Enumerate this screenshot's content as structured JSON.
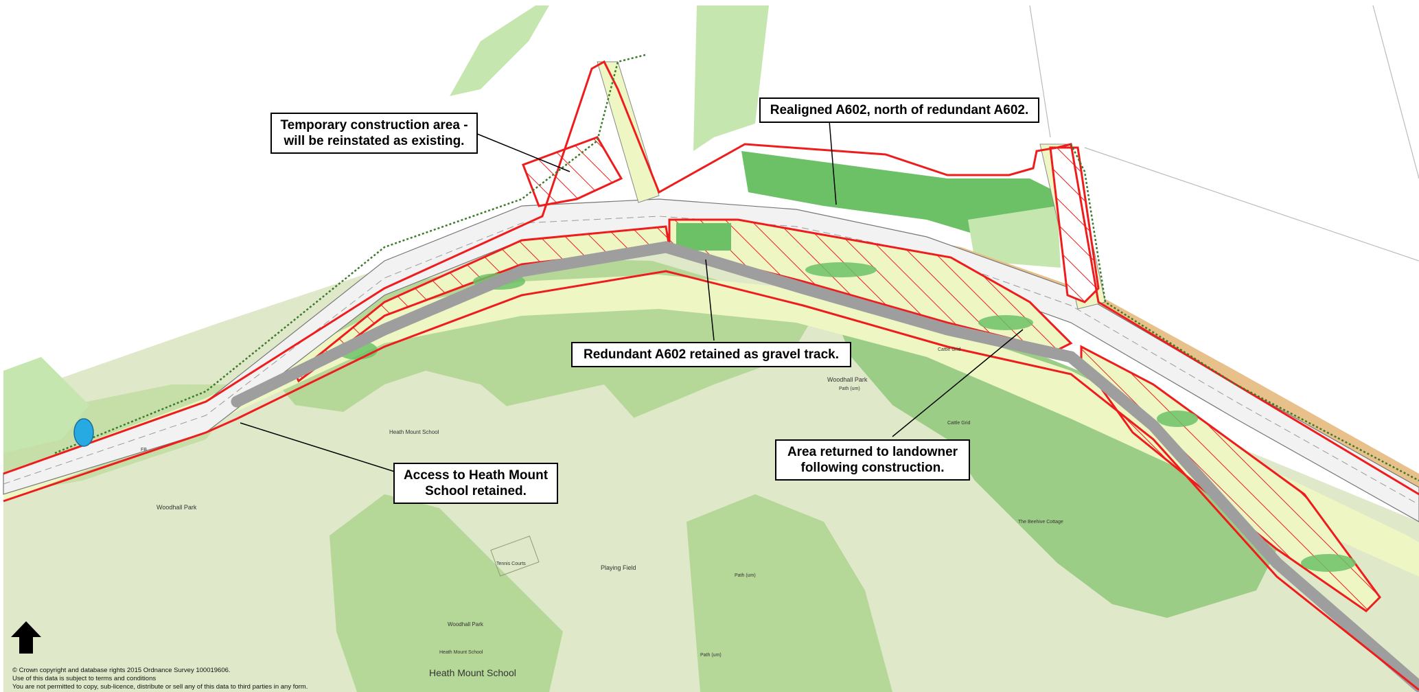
{
  "colors": {
    "field_light": "#dfe8c9",
    "field_mid": "#c6dfa8",
    "woodland": "#9ccd86",
    "woodland_dark": "#6cc167",
    "verge": "#eef6c4",
    "boundary_red": "#ee1c1c",
    "gravel_track": "#9e9e9e",
    "embankment": "#e8c08a",
    "pond": "#27a9e1",
    "hedge": "#3b7a2a"
  },
  "callouts": {
    "temp_area": [
      "Temporary construction area -",
      "will be reinstated as existing."
    ],
    "realigned": [
      "Realigned A602, north of redundant A602."
    ],
    "redundant": [
      "Redundant A602 retained as gravel track."
    ],
    "access": [
      "Access to Heath Mount",
      "School retained."
    ],
    "returned": [
      "Area returned to landowner",
      "following construction."
    ]
  },
  "map_labels": {
    "woodhall_park_west": "Woodhall Park",
    "woodhall_park_east": "Woodhall Park",
    "woodhall_park_south": "Woodhall Park",
    "heath_mount_school_north": "Heath Mount School",
    "heath_mount_school_small": "Heath Mount School",
    "heath_mount_school": "Heath Mount School",
    "playing_field": "Playing Field",
    "tennis_courts": "Tennis Courts",
    "the_beehive_cottage": "The Beehive Cottage",
    "cattle_grid_1": "Cattle Grid",
    "cattle_grid_2": "Cattle Grid",
    "path_um_1": "Path (um)",
    "path_um_2": "Path (um)",
    "path_um_3": "Path (um)",
    "fb": "FB"
  },
  "north_arrow": {
    "icon": "north-arrow-icon"
  },
  "copyright": [
    "© Crown copyright and database rights 2015 Ordnance Survey 100019606.",
    "Use of this data is subject to terms and conditions",
    "You are not permitted to copy, sub-licence, distribute or sell any of this data to third parties in any form."
  ]
}
